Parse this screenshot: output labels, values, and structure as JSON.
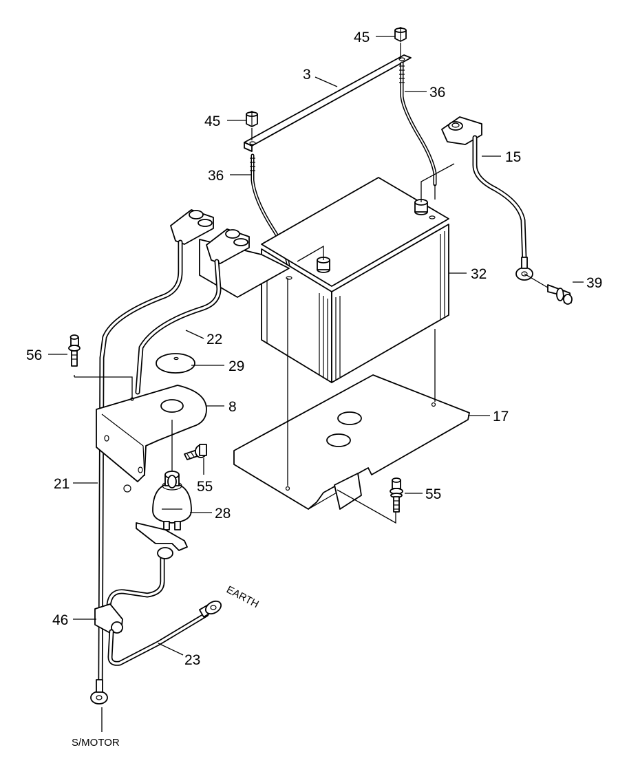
{
  "labels": {
    "p3": "3",
    "p8": "8",
    "p15": "15",
    "p17": "17",
    "p21": "21",
    "p22": "22",
    "p23": "23",
    "p28": "28",
    "p29": "29",
    "p32": "32",
    "p36a": "36",
    "p36b": "36",
    "p39": "39",
    "p45a": "45",
    "p45b": "45",
    "p46": "46",
    "p55a": "55",
    "p55b": "55",
    "p56": "56"
  },
  "annotations": {
    "earth": "EARTH",
    "smotor": "S/MOTOR"
  }
}
